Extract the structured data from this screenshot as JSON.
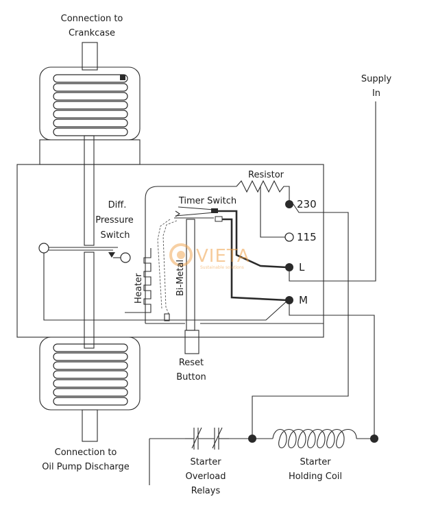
{
  "labels": {
    "crankcase_line1": "Connection to",
    "crankcase_line2": "Crankcase",
    "oil_line1": "Connection to",
    "oil_line2": "Oil Pump Discharge",
    "supply_line1": "Supply",
    "supply_line2": "In",
    "resistor": "Resistor",
    "timer_switch": "Timer Switch",
    "diff_line1": "Diff.",
    "diff_line2": "Pressure",
    "diff_line3": "Switch",
    "heater": "Heater",
    "bimetal": "Bi-Metal",
    "reset_line1": "Reset",
    "reset_line2": "Button",
    "overload_line1": "Starter",
    "overload_line2": "Overload",
    "overload_line3": "Relays",
    "coil_line1": "Starter",
    "coil_line2": "Holding Coil"
  },
  "terminals": {
    "t230": "230",
    "t115": "115",
    "tL": "L",
    "tM": "M"
  },
  "watermark": {
    "brand": "VIETA",
    "tagline": "Sustainable solutions"
  },
  "colors": {
    "ink": "#2a2a2a",
    "watermark": "#f0a24a"
  }
}
